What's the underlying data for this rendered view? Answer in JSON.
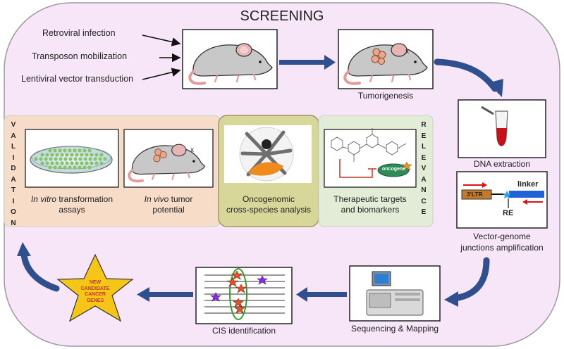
{
  "title": "SCREENING",
  "inputs": [
    "Retroviral infection",
    "Transposon mobilization",
    "Lentiviral vector transduction"
  ],
  "tumorigenesis_label": "Tumorigenesis",
  "tumor_mark": "x",
  "dna_label": "DNA extraction",
  "junction": {
    "ltr_label": "3'LTR",
    "linker_label": "linker",
    "re_label": "RE",
    "caption_line1": "Vector-genome",
    "caption_line2": "junctions amplification"
  },
  "sequencing_label": "Sequencing & Mapping",
  "cis_label": "CIS identification",
  "star_text": [
    "NEW",
    "CANDIDATE",
    "CANCER",
    "GENES"
  ],
  "validation_word": "VALIDATION",
  "relevance_word": "RELEVANCE",
  "invitro": {
    "italic": "In vitro",
    "rest": " transformation",
    "line2": "assays"
  },
  "invivo": {
    "italic": "In vivo",
    "rest": " tumor",
    "line2": "potential",
    "mark": "x"
  },
  "oncogenomic": {
    "line1": "Oncogenomic",
    "line2": "cross-species analysis"
  },
  "therapeutic": {
    "line1": "Therapeutic targets",
    "line2": "and biomarkers",
    "oncogene_label": "oncogene"
  },
  "colors": {
    "outer_bg": "#f7e6f8",
    "outer_border": "#999999",
    "validation_bg": "#f7dcc8",
    "oncogenomic_bg": "#d8d79a",
    "relevance_bg": "#e2ecd6",
    "arrow_blue": "#2f4f8f",
    "star_fill": "#f5c518",
    "star_text": "#c0392b"
  }
}
